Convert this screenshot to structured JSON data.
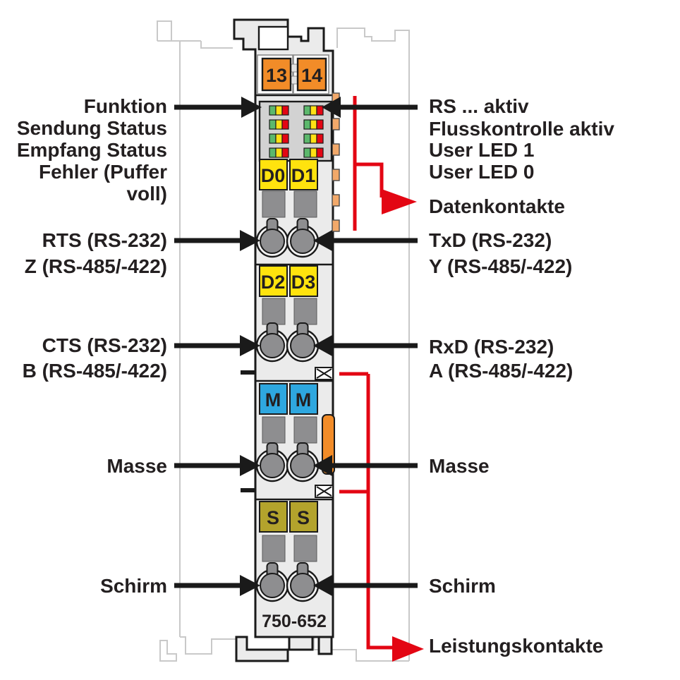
{
  "module": {
    "id": "750-652",
    "terminals": {
      "t13": "13",
      "t14": "14",
      "d0": "D0",
      "d1": "D1",
      "d2": "D2",
      "d3": "D3",
      "m_left": "M",
      "m_right": "M",
      "s_left": "S",
      "s_right": "S"
    },
    "led_matrix": {
      "rows": 4,
      "cols": 2,
      "segments_per_cell": 3
    }
  },
  "left_labels": {
    "funktion": "Funktion",
    "sendung": "Sendung Status",
    "empfang": "Empfang Status",
    "fehler_line1": "Fehler (Puffer",
    "fehler_line2": "voll)",
    "rts": "RTS (RS-232)",
    "z": "Z (RS-485/-422)",
    "cts": "CTS (RS-232)",
    "b": "B (RS-485/-422)",
    "masse": "Masse",
    "schirm": "Schirm"
  },
  "right_labels": {
    "rs_aktiv": "RS ... aktiv",
    "flusskontrolle": "Flusskontrolle aktiv",
    "user_led_1": "User LED 1",
    "user_led_0": "User LED 0",
    "datenkontakte": "Datenkontakte",
    "txd": "TxD (RS-232)",
    "y": "Y (RS-485/-422)",
    "rxd": "RxD (RS-232)",
    "a": "A (RS-485/-422)",
    "masse": "Masse",
    "schirm": "Schirm",
    "leistungskontakte": "Leistungskontakte"
  },
  "colors": {
    "accent_red": "#e30613",
    "terminal_orange": "#f28c28",
    "contact_tab_orange": "#f2a96a",
    "signal_yellow": "#ffe30e",
    "ground_blue": "#2ea7df",
    "shield_olive": "#b3a32c",
    "clamp_grey": "#8e8e90",
    "led_green": "#5cb86c",
    "led_yellow": "#ffe014",
    "led_red": "#e30613"
  }
}
